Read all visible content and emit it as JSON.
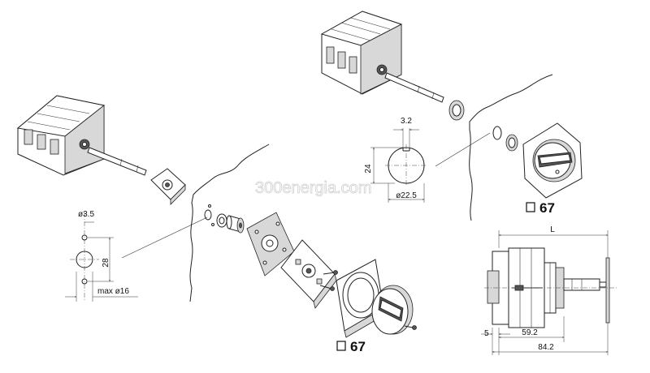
{
  "watermark": "300energia.com",
  "ref_left": "67",
  "ref_right": "67",
  "hole_dims": {
    "pilot_diameter": "ø3.5",
    "height": "28",
    "max_width": "max ø16"
  },
  "cutout_dims": {
    "flat": "3.2",
    "height": "24",
    "diameter": "ø22.5"
  },
  "side_dims": {
    "overall": "L",
    "offset": "5",
    "depth": "59.2",
    "total": "84.2"
  }
}
